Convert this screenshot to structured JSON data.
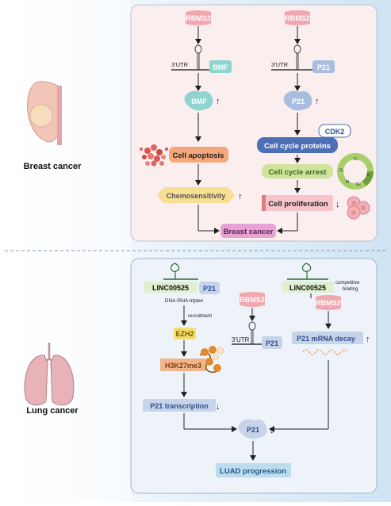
{
  "breast": {
    "section_label": "Breast cancer",
    "rbms2_left": "RBMS2",
    "rbms2_right": "RBMS2",
    "utr_left": "3'UTR",
    "utr_right": "3'UTR",
    "bmf_gene": "BMF",
    "p21_gene": "P21",
    "bmf_protein": "BMF",
    "p21_protein": "P21",
    "up_arrow": "↑",
    "down_arrow": "↓",
    "cdk2": "CDK2",
    "cell_apoptosis": "Cell apoptosis",
    "cell_cycle_proteins": "Cell cycle proteins",
    "cell_cycle_arrest": "Cell cycle arrest",
    "chemosensitivity": "Chemosensitivity",
    "cell_proliferation": "Cell proliferation",
    "breast_cancer_box": "Breast cancer",
    "cycle_labels": {
      "g0": "G₀",
      "g1": "G₁",
      "s": "S",
      "g2": "G₂",
      "m": "M"
    }
  },
  "lung": {
    "section_label": "Lung cancer",
    "linc_left": "LINC00525",
    "p21_left": "P21",
    "dna_rna_triplex": "DNA-RNA triplex",
    "recruitment": "recruitment",
    "ezh2": "EZH2",
    "h3k27me3": "H3K27me3",
    "p21_transcription": "P21 transcription",
    "rbms2_mid": "RBMS2",
    "utr_mid": "3'UTR",
    "p21_mid": "P21",
    "linc_right": "LINC00525",
    "competitive_binding_1": "competitive",
    "competitive_binding_2": "binding",
    "rbms2_right": "RBMS2",
    "p21_mrna_decay": "P21 mRNA decay",
    "p21_protein": "P21",
    "luad_progression": "LUAD progression"
  },
  "colors": {
    "top_panel_bg": "#fbeeee",
    "bottom_panel_bg": "#eef3fa",
    "background_gradient": "#c6dff2",
    "rbms2_pink": "#f0a7b0",
    "bmf_teal": "#8fd4cf",
    "p21_blue": "#a9bde0",
    "apoptosis_orange": "#f4a77c",
    "cycle_green": "#cfe39a",
    "chemo_yellow": "#f6df93",
    "proliferation_pink": "#f6c4c9",
    "breast_cancer_magenta": "#e7a3d3",
    "luad_blue": "#bfdcef",
    "ezh2_yellow": "#f6dc6c",
    "h3k_orange": "#f2b489"
  }
}
